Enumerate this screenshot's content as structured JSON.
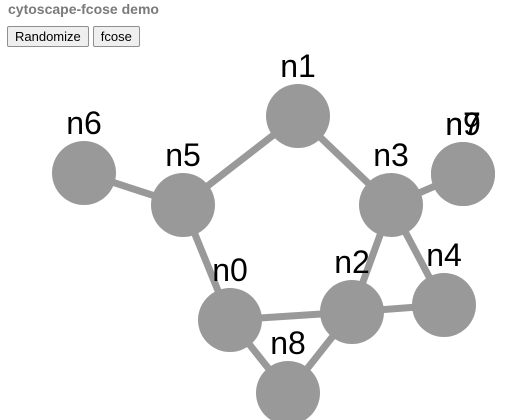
{
  "app": {
    "title": "cytoscape-fcose demo"
  },
  "toolbar": {
    "randomize_label": "Randomize",
    "fcose_label": "fcose"
  },
  "graph": {
    "node_color": "#999999",
    "edge_color": "#999999",
    "nodes": [
      {
        "id": "n0",
        "label": "n0"
      },
      {
        "id": "n1",
        "label": "n1"
      },
      {
        "id": "n2",
        "label": "n2"
      },
      {
        "id": "n3",
        "label": "n3"
      },
      {
        "id": "n4",
        "label": "n4"
      },
      {
        "id": "n5",
        "label": "n5"
      },
      {
        "id": "n6",
        "label": "n6"
      },
      {
        "id": "n7",
        "label": "n7"
      },
      {
        "id": "n8",
        "label": "n8"
      },
      {
        "id": "n9",
        "label": "n9"
      }
    ],
    "edges": [
      [
        "n5",
        "n1"
      ],
      [
        "n1",
        "n3"
      ],
      [
        "n6",
        "n5"
      ],
      [
        "n5",
        "n0"
      ],
      [
        "n3",
        "n2"
      ],
      [
        "n3",
        "n4"
      ],
      [
        "n3",
        "n9"
      ],
      [
        "n0",
        "n2"
      ],
      [
        "n2",
        "n4"
      ],
      [
        "n0",
        "n8"
      ],
      [
        "n2",
        "n8"
      ]
    ]
  }
}
